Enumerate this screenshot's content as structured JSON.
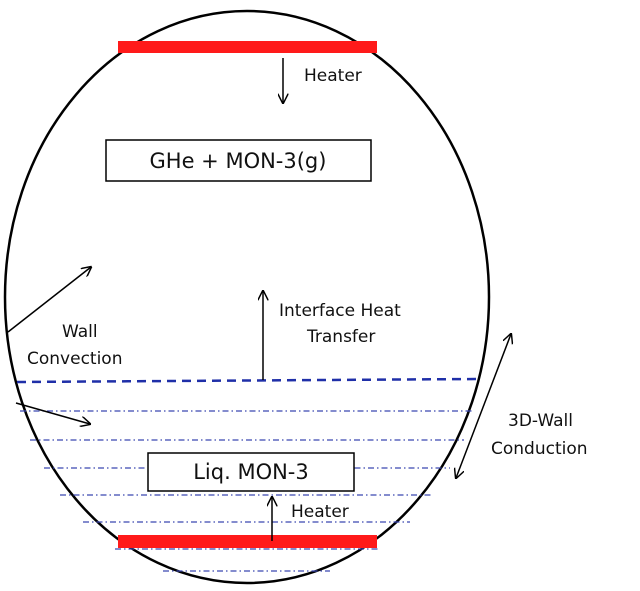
{
  "labels": {
    "heater_top": "Heater",
    "heater_bottom": "Heater",
    "gas_box": "GHe + MON-3(g)",
    "liquid_box": "Liq. MON-3",
    "interface_line1": "Interface Heat",
    "interface_line2": "Transfer",
    "wall_line1": "Wall",
    "wall_line2": "Convection",
    "conduction_line1": "3D-Wall",
    "conduction_line2": "Conduction"
  },
  "colors": {
    "heater": "#ff1a1a",
    "interface_line": "#1f2fa8",
    "liquid_lines": "#3a47b0",
    "outline": "#000000"
  }
}
